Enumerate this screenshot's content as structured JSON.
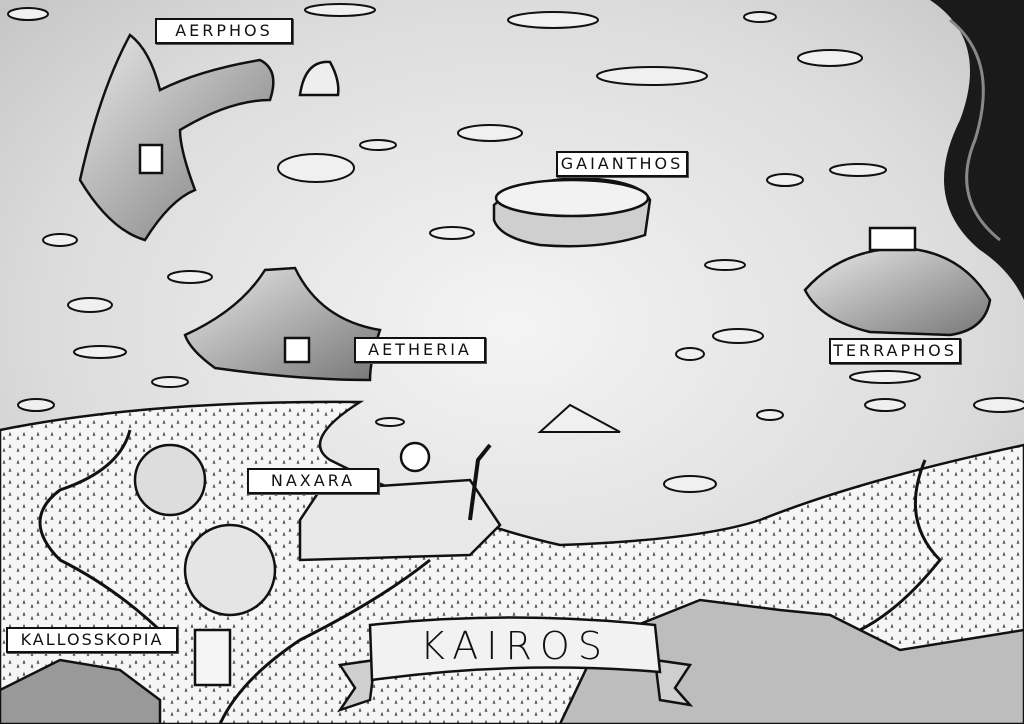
{
  "map": {
    "title": "KAIROS",
    "regions": [
      {
        "id": "aerphos",
        "name": "AERPHOS"
      },
      {
        "id": "gaianthos",
        "name": "GAIANTHOS"
      },
      {
        "id": "aetheria",
        "name": "AETHERIA"
      },
      {
        "id": "terraphos",
        "name": "TERRAPHOS"
      },
      {
        "id": "naxara",
        "name": "NAXARA"
      },
      {
        "id": "kallosskopia",
        "name": "KALLOSSKOPIA"
      }
    ]
  },
  "colors": {
    "ink": "#111111",
    "sky_light": "#f2f2f2",
    "sky_dark": "#b8b8b8",
    "land": "#f4f4f4",
    "shadow": "#6a6a6a"
  }
}
